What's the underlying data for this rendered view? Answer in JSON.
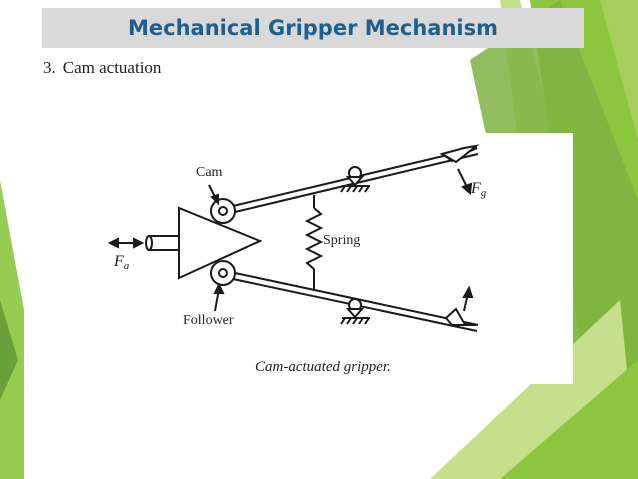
{
  "slide": {
    "title": "Mechanical Gripper Mechanism",
    "bullet": {
      "number": "3.",
      "text": "Cam actuation"
    }
  },
  "figure": {
    "labels": {
      "cam": "Cam",
      "spring": "Spring",
      "follower": "Follower",
      "fa_main": "F",
      "fa_sub": "a",
      "fg_main": "F",
      "fg_sub": "g"
    },
    "caption": "Cam-actuated gripper."
  },
  "colors": {
    "title_text": "#1f5f8f",
    "title_bar": "#d9d9d9",
    "accent_green_light": "#c6df8a",
    "accent_green": "#8cc63f",
    "accent_green_dark": "#6aa03a"
  }
}
